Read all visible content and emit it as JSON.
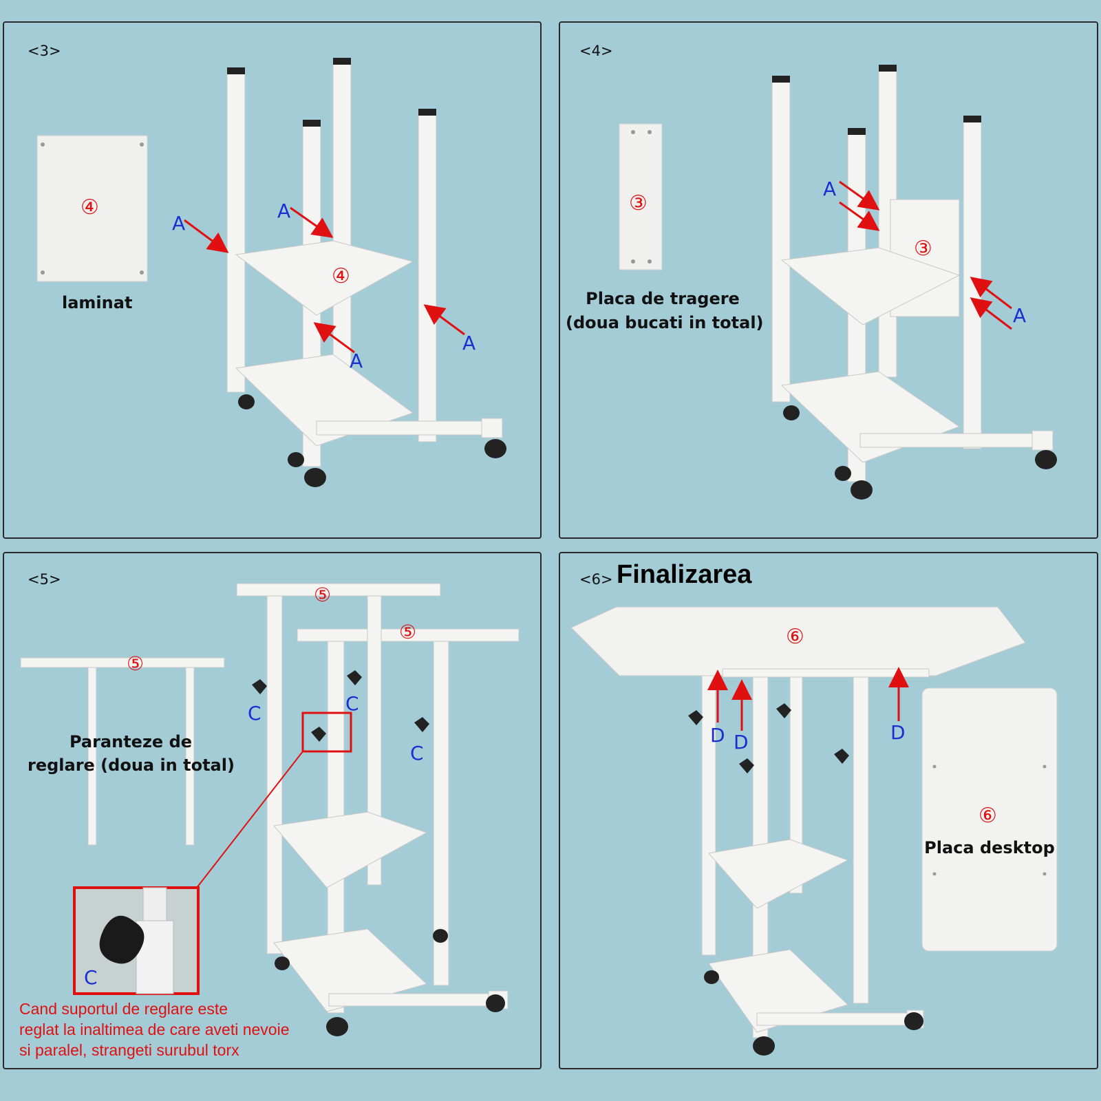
{
  "panels": {
    "p3": {
      "step": "<3>",
      "part_label": "laminat",
      "part_number": "④",
      "shelf_number": "④",
      "screw_letter": "A"
    },
    "p4": {
      "step": "<4>",
      "part_label_line1": "Placa de tragere",
      "part_label_line2": "(doua bucati in total)",
      "part_number": "③",
      "board_number": "③",
      "screw_letter": "A"
    },
    "p5": {
      "step": "<5>",
      "part_label_line1": "Paranteze de",
      "part_label_line2": "reglare (doua in total)",
      "part_number": "⑤",
      "bracket_number": "⑤",
      "knob_letter": "C",
      "note_line1": "Cand suportul de reglare este",
      "note_line2": "reglat la inaltimea de care aveti nevoie",
      "note_line3": "si paralel, strangeti surubul torx"
    },
    "p6": {
      "step": "<6>",
      "title": "Finalizarea",
      "part_label": "Placa desktop",
      "part_number": "⑥",
      "top_number": "⑥",
      "screw_letter": "D"
    }
  },
  "colors": {
    "background": "#a3ccd6",
    "label_letter": "#1b2fd0",
    "arrow": "#e01010",
    "number": "#e01010",
    "frame": "#ffffff"
  }
}
